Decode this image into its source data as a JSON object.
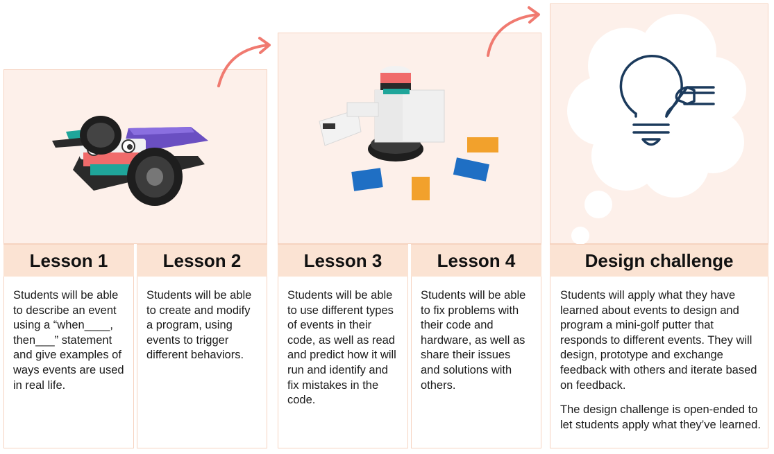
{
  "lessons": [
    {
      "title": "Lesson 1",
      "text": "Students will be able to describe an event using a “when____, then___” statement and give examples of ways events are used in real life."
    },
    {
      "title": "Lesson 2",
      "text": "Students will be able to create and modify a program, using events to trigger different behaviors."
    },
    {
      "title": "Lesson 3",
      "text": "Students will be able to use different types of events in their code, as well as read and predict how it will run and identify and fix mistakes in the code."
    },
    {
      "title": "Lesson 4",
      "text": "Students will be able to fix problems with their code and hardware, as well as share their issues and solutions with others."
    }
  ],
  "design_challenge": {
    "title": "Design challenge",
    "paragraphs": [
      "Students will apply what they have learned about events to design and program a mini-golf putter that responds to different events. They will design, prototype and exchange feedback with others and iterate based on feedback.",
      "The design challenge is open-ended to let students apply what they’ve learned."
    ]
  },
  "icons": {
    "lightbulb": "lightbulb-icon",
    "thought_cloud": "thought-cloud",
    "arrows": "curved-arrow-icon"
  },
  "colors": {
    "panel": "#fdf0ea",
    "header": "#fbe3d3",
    "border": "#f6d3c0",
    "arrow": "#f07a70",
    "icon": "#1b3a5c"
  }
}
